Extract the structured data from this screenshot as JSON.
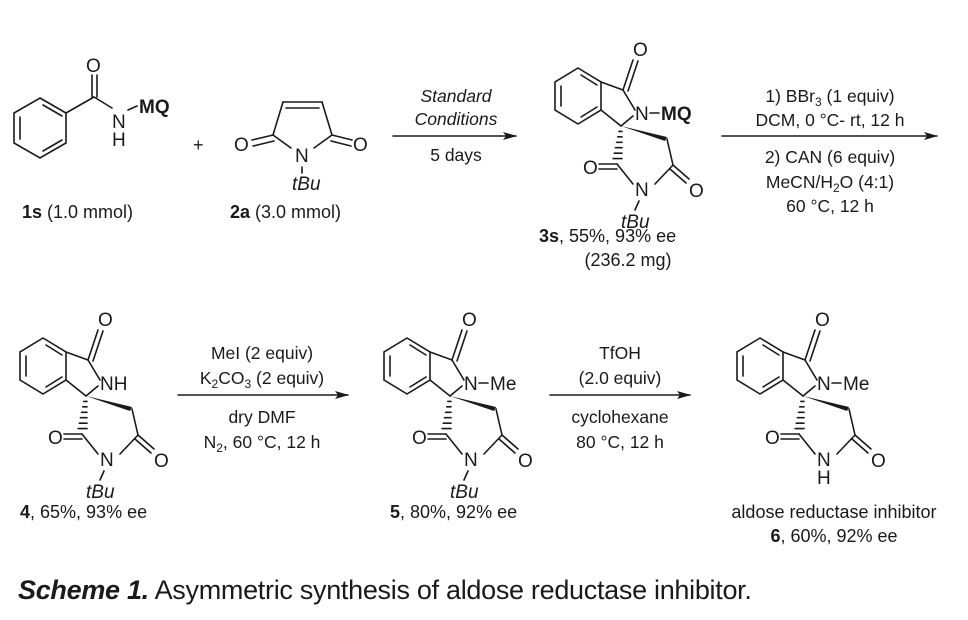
{
  "compounds": {
    "1s": {
      "id": "1s",
      "amount": " (1.0 mmol)",
      "substituent": "MQ",
      "nh": "H"
    },
    "2a": {
      "id": "2a",
      "amount": " (3.0 mmol)",
      "substituent": "tBu"
    },
    "3s": {
      "id": "3s",
      "result": ", 55%, 93% ee",
      "mass": "(236.2 mg)",
      "n_substituent": "MQ",
      "imide_substituent": "tBu"
    },
    "4": {
      "id": "4",
      "result": ", 65%, 93% ee",
      "n_substituent": "NH",
      "imide_substituent": "tBu"
    },
    "5": {
      "id": "5",
      "result": ", 80%, 92% ee",
      "n_substituent": "Me",
      "imide_substituent": "tBu"
    },
    "6": {
      "id": "6",
      "result": ", 60%, 92% ee",
      "name": "aldose reductase inhibitor",
      "n_substituent": "Me",
      "imide_substituent": "H"
    }
  },
  "plus": "+",
  "atoms": {
    "O": "O",
    "N": "N"
  },
  "steps": [
    {
      "above": [
        "Standard",
        "Conditions"
      ],
      "below": [
        "5 days"
      ]
    },
    {
      "above": [
        "1) BBr",
        "3",
        " (1 equiv)",
        "DCM, 0 °C- rt, 12 h"
      ],
      "below": [
        "2) CAN (6 equiv)",
        "MeCN/H",
        "2",
        "O (4:1)",
        "60 °C, 12 h"
      ]
    },
    {
      "above": [
        "MeI (2 equiv)",
        "K",
        "2",
        "CO",
        "3",
        " (2 equiv)"
      ],
      "below": [
        "dry DMF",
        "N",
        "2",
        ", 60 °C, 12 h"
      ]
    },
    {
      "above": [
        "TfOH",
        "(2.0 equiv)"
      ],
      "below": [
        "cyclohexane",
        "80 °C, 12 h"
      ]
    }
  ],
  "caption": {
    "head": "Scheme 1.",
    "text": "  Asymmetric synthesis of aldose reductase inhibitor."
  }
}
